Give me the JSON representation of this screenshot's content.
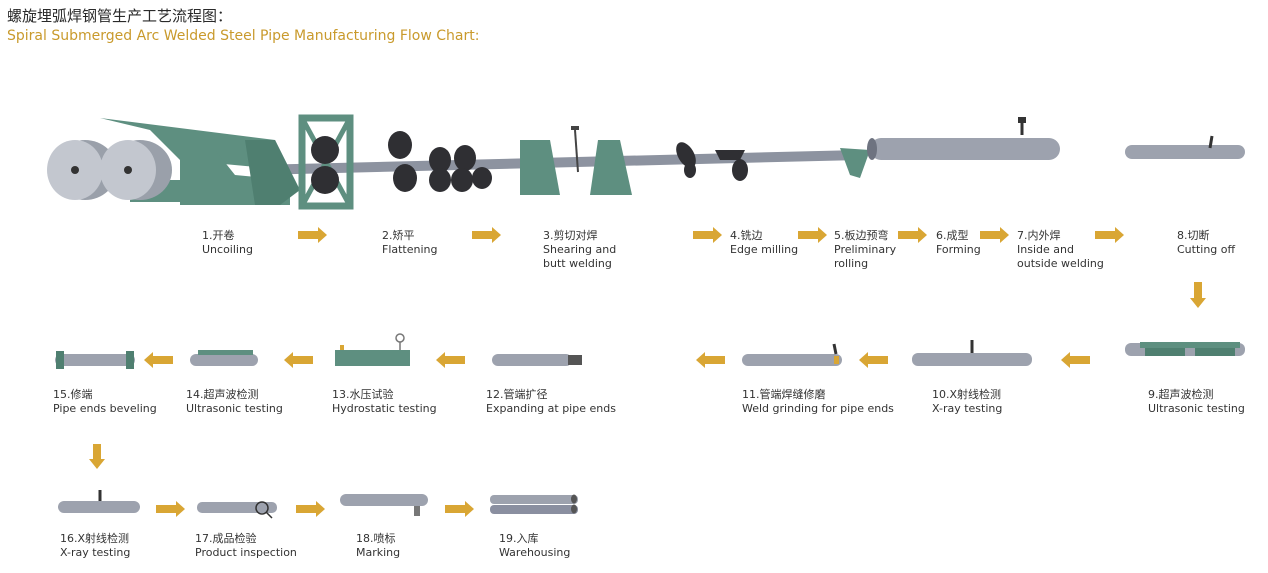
{
  "title": {
    "cn": "螺旋埋弧焊钢管生产工艺流程图：",
    "en": "Spiral Submerged Arc Welded Steel Pipe Manufacturing Flow Chart:"
  },
  "colors": {
    "arrow": "#d9a634",
    "machine": "#5e8f80",
    "steel": "#2f2f33",
    "pipe": "#8a8fa0"
  },
  "steps": [
    {
      "cn": "1.开卷",
      "en": "Uncoiling"
    },
    {
      "cn": "2.矫平",
      "en": "Flattening"
    },
    {
      "cn": "3.剪切对焊",
      "en": "Shearing and",
      "en2": "butt welding"
    },
    {
      "cn": "4.铣边",
      "en": "Edge milling"
    },
    {
      "cn": "5.板边预弯",
      "en": "Preliminary",
      "en2": "rolling"
    },
    {
      "cn": "6.成型",
      "en": "Forming"
    },
    {
      "cn": "7.内外焊",
      "en": "Inside and",
      "en2": "outside welding"
    },
    {
      "cn": "8.切断",
      "en": "Cutting off"
    },
    {
      "cn": "9.超声波检测",
      "en": "Ultrasonic testing"
    },
    {
      "cn": "10.X射线检测",
      "en": "X-ray testing"
    },
    {
      "cn": "11.管端焊缝修磨",
      "en": "Weld grinding for pipe ends"
    },
    {
      "cn": "12.管端扩径",
      "en": "Expanding at pipe ends"
    },
    {
      "cn": "13.水压试验",
      "en": "Hydrostatic testing"
    },
    {
      "cn": "14.超声波检测",
      "en": "Ultrasonic testing"
    },
    {
      "cn": "15.修端",
      "en": "Pipe ends beveling"
    },
    {
      "cn": "16.X射线检测",
      "en": "X-ray testing"
    },
    {
      "cn": "17.成品检验",
      "en": "Product inspection"
    },
    {
      "cn": "18.喷标",
      "en": "Marking"
    },
    {
      "cn": "19.入库",
      "en": "Warehousing"
    }
  ]
}
